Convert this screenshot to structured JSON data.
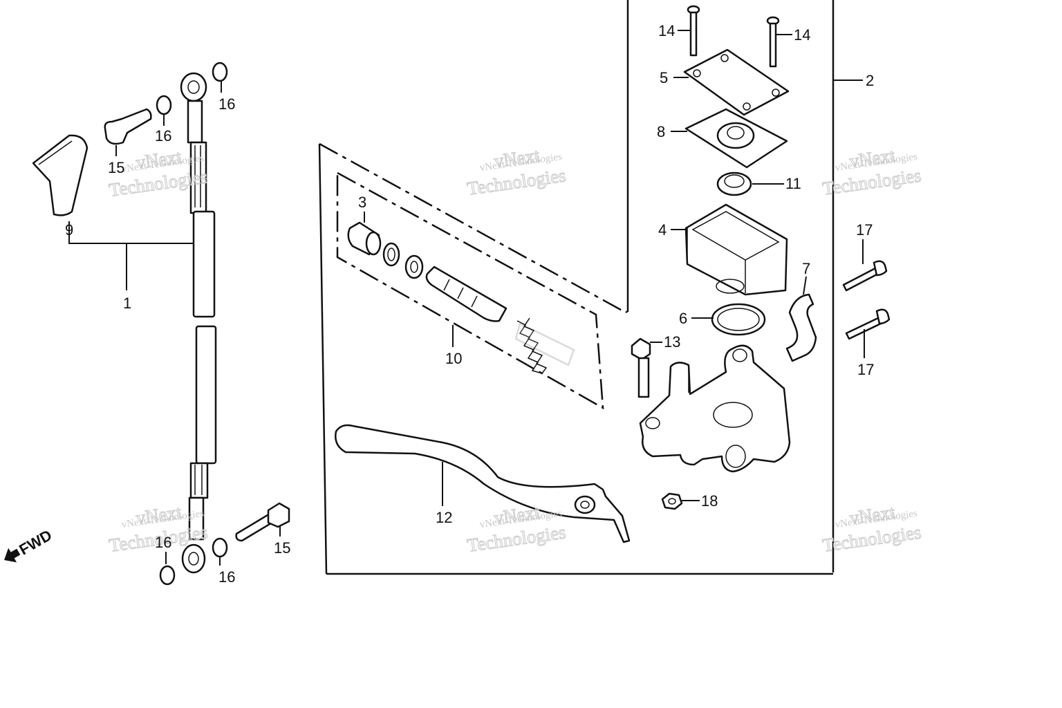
{
  "diagram": {
    "fwd_label": "FWD",
    "watermark": {
      "line1": "vNext",
      "line2": "vNext Technologies",
      "line3": "Technologies"
    },
    "callouts": {
      "c1": "1",
      "c2": "2",
      "c3": "3",
      "c4": "4",
      "c5": "5",
      "c6": "6",
      "c7": "7",
      "c8": "8",
      "c9": "9",
      "c10": "10",
      "c11": "11",
      "c12": "12",
      "c13": "13",
      "c14a": "14",
      "c14b": "14",
      "c15a": "15",
      "c15b": "15",
      "c16a": "16",
      "c16b": "16",
      "c16c": "16",
      "c16d": "16",
      "c17a": "17",
      "c17b": "17",
      "c18": "18"
    }
  }
}
